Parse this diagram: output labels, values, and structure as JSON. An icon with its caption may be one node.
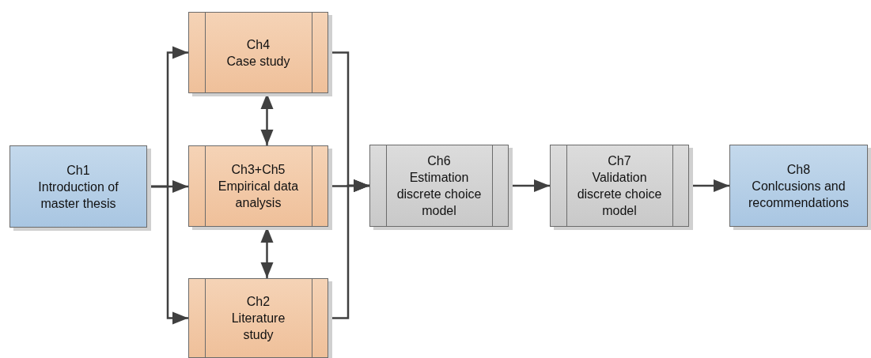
{
  "diagram": {
    "nodes": [
      {
        "text": [
          "Ch1",
          "Introduction of master thesis"
        ]
      },
      {
        "text": [
          "Ch4",
          "Case study"
        ]
      },
      {
        "text": [
          "Ch3+Ch5",
          "Empirical data analysis"
        ]
      },
      {
        "text": [
          "Ch2",
          "Literature study"
        ]
      },
      {
        "text": [
          "Ch6",
          "Estimation discrete choice model"
        ]
      },
      {
        "text": [
          "Ch7",
          "Validation discrete choice model"
        ]
      },
      {
        "text": [
          "Ch8",
          "Conlcusions and recommendations"
        ]
      }
    ],
    "edges": [
      {
        "from": 0,
        "to": 1,
        "arrow": "to"
      },
      {
        "from": 0,
        "to": 2,
        "arrow": "to"
      },
      {
        "from": 0,
        "to": 3,
        "arrow": "to"
      },
      {
        "from": 1,
        "to": 2,
        "arrow": "both"
      },
      {
        "from": 2,
        "to": 3,
        "arrow": "both"
      },
      {
        "from": 1,
        "to": 4,
        "arrow": "to"
      },
      {
        "from": 2,
        "to": 4,
        "arrow": "to"
      },
      {
        "from": 3,
        "to": 4,
        "arrow": "to"
      },
      {
        "from": 4,
        "to": 5,
        "arrow": "to"
      },
      {
        "from": 5,
        "to": 6,
        "arrow": "to"
      }
    ]
  }
}
